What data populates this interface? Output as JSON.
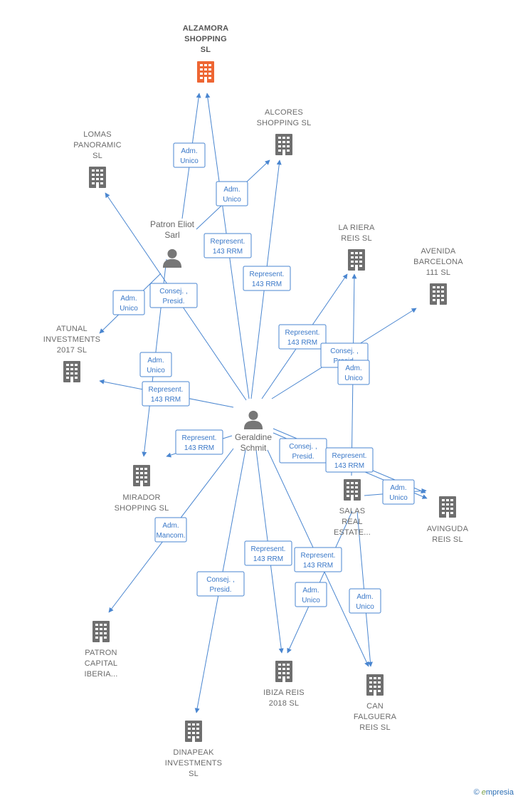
{
  "colors": {
    "edge": "#4a86d0",
    "building": "#6f6f6f",
    "building_main": "#ee6633",
    "person": "#777777"
  },
  "companies": [
    {
      "id": "alzamora",
      "lines": [
        "ALZAMORA",
        "SHOPPING",
        "SL"
      ],
      "main": true,
      "icon": "building-icon"
    },
    {
      "id": "alcores",
      "lines": [
        "ALCORES",
        "SHOPPING  SL"
      ],
      "icon": "building-icon"
    },
    {
      "id": "lomas",
      "lines": [
        "LOMAS",
        "PANORAMIC",
        "SL"
      ],
      "icon": "building-icon"
    },
    {
      "id": "lariera",
      "lines": [
        "LA RIERA",
        "REIS  SL"
      ],
      "icon": "building-icon"
    },
    {
      "id": "avenida",
      "lines": [
        "AVENIDA",
        "BARCELONA",
        "111 SL"
      ],
      "icon": "building-icon"
    },
    {
      "id": "atunal",
      "lines": [
        "ATUNAL",
        "INVESTMENTS",
        "2017  SL"
      ],
      "icon": "building-icon"
    },
    {
      "id": "mirador",
      "lines": [
        "MIRADOR",
        "SHOPPING  SL"
      ],
      "icon": "building-icon"
    },
    {
      "id": "salas",
      "lines": [
        "SALAS",
        "REAL",
        "ESTATE..."
      ],
      "icon": "building-icon"
    },
    {
      "id": "avinguda",
      "lines": [
        "AVINGUDA",
        "REIS  SL"
      ],
      "icon": "building-icon"
    },
    {
      "id": "patroncap",
      "lines": [
        "PATRON",
        "CAPITAL",
        "IBERIA..."
      ],
      "icon": "building-icon"
    },
    {
      "id": "ibiza",
      "lines": [
        "IBIZA REIS",
        "2018  SL"
      ],
      "icon": "building-icon"
    },
    {
      "id": "can",
      "lines": [
        "CAN",
        "FALGUERA",
        "REIS  SL"
      ],
      "icon": "building-icon"
    },
    {
      "id": "dinapeak",
      "lines": [
        "DINAPEAK",
        "INVESTMENTS",
        "SL"
      ],
      "icon": "building-icon"
    }
  ],
  "persons": [
    {
      "id": "patron",
      "lines": [
        "Patron Eliot",
        "Sarl"
      ],
      "icon": "person-icon"
    },
    {
      "id": "geraldine",
      "lines": [
        "Geraldine",
        "Schmit"
      ],
      "icon": "person-icon"
    }
  ],
  "relations": [
    {
      "from": "patron",
      "to": "alzamora",
      "lines": [
        "Adm.",
        "Unico"
      ]
    },
    {
      "from": "patron",
      "to": "alcores",
      "lines": [
        "Adm.",
        "Unico"
      ]
    },
    {
      "from": "patron",
      "to": "atunal",
      "lines": [
        "Adm.",
        "Unico"
      ]
    },
    {
      "from": "patron",
      "to": "mirador",
      "lines": [
        "Adm.",
        "Unico"
      ]
    },
    {
      "from": "geraldine",
      "to": "alzamora",
      "lines": [
        "Represent.",
        "143 RRM"
      ]
    },
    {
      "from": "geraldine",
      "to": "alcores",
      "lines": [
        "Represent.",
        "143 RRM"
      ]
    },
    {
      "from": "geraldine",
      "to": "lomas",
      "lines": [
        "Consej. ,",
        "Presid."
      ]
    },
    {
      "from": "geraldine",
      "to": "lariera",
      "lines": [
        "Represent.",
        "143 RRM"
      ]
    },
    {
      "from": "geraldine",
      "to": "avenida",
      "lines": [
        "Consej. ,",
        "Presid."
      ]
    },
    {
      "from": "salas",
      "to": "lariera",
      "lines": [
        "Adm.",
        "Unico"
      ]
    },
    {
      "from": "geraldine",
      "to": "atunal",
      "lines": [
        "Represent.",
        "143 RRM"
      ]
    },
    {
      "from": "geraldine",
      "to": "mirador",
      "lines": [
        "Represent.",
        "143 RRM"
      ]
    },
    {
      "from": "geraldine",
      "to": "avinguda",
      "lines": [
        "Consej. ,",
        "Presid."
      ]
    },
    {
      "from": "geraldine",
      "to": "avinguda",
      "lines": [
        "Represent.",
        "143 RRM"
      ]
    },
    {
      "from": "salas",
      "to": "avinguda",
      "lines": [
        "Adm.",
        "Unico"
      ]
    },
    {
      "from": "geraldine",
      "to": "patroncap",
      "lines": [
        "Adm.",
        "Mancom."
      ]
    },
    {
      "from": "geraldine",
      "to": "dinapeak",
      "lines": [
        "Consej. ,",
        "Presid."
      ]
    },
    {
      "from": "geraldine",
      "to": "ibiza",
      "lines": [
        "Represent.",
        "143 RRM"
      ]
    },
    {
      "from": "geraldine",
      "to": "can",
      "lines": [
        "Represent.",
        "143 RRM"
      ]
    },
    {
      "from": "salas",
      "to": "ibiza",
      "lines": [
        "Adm.",
        "Unico"
      ]
    },
    {
      "from": "salas",
      "to": "can",
      "lines": [
        "Adm.",
        "Unico"
      ]
    }
  ],
  "footer": {
    "copyright": "©",
    "brand_initial": "e",
    "brand_rest": "mpresia"
  }
}
